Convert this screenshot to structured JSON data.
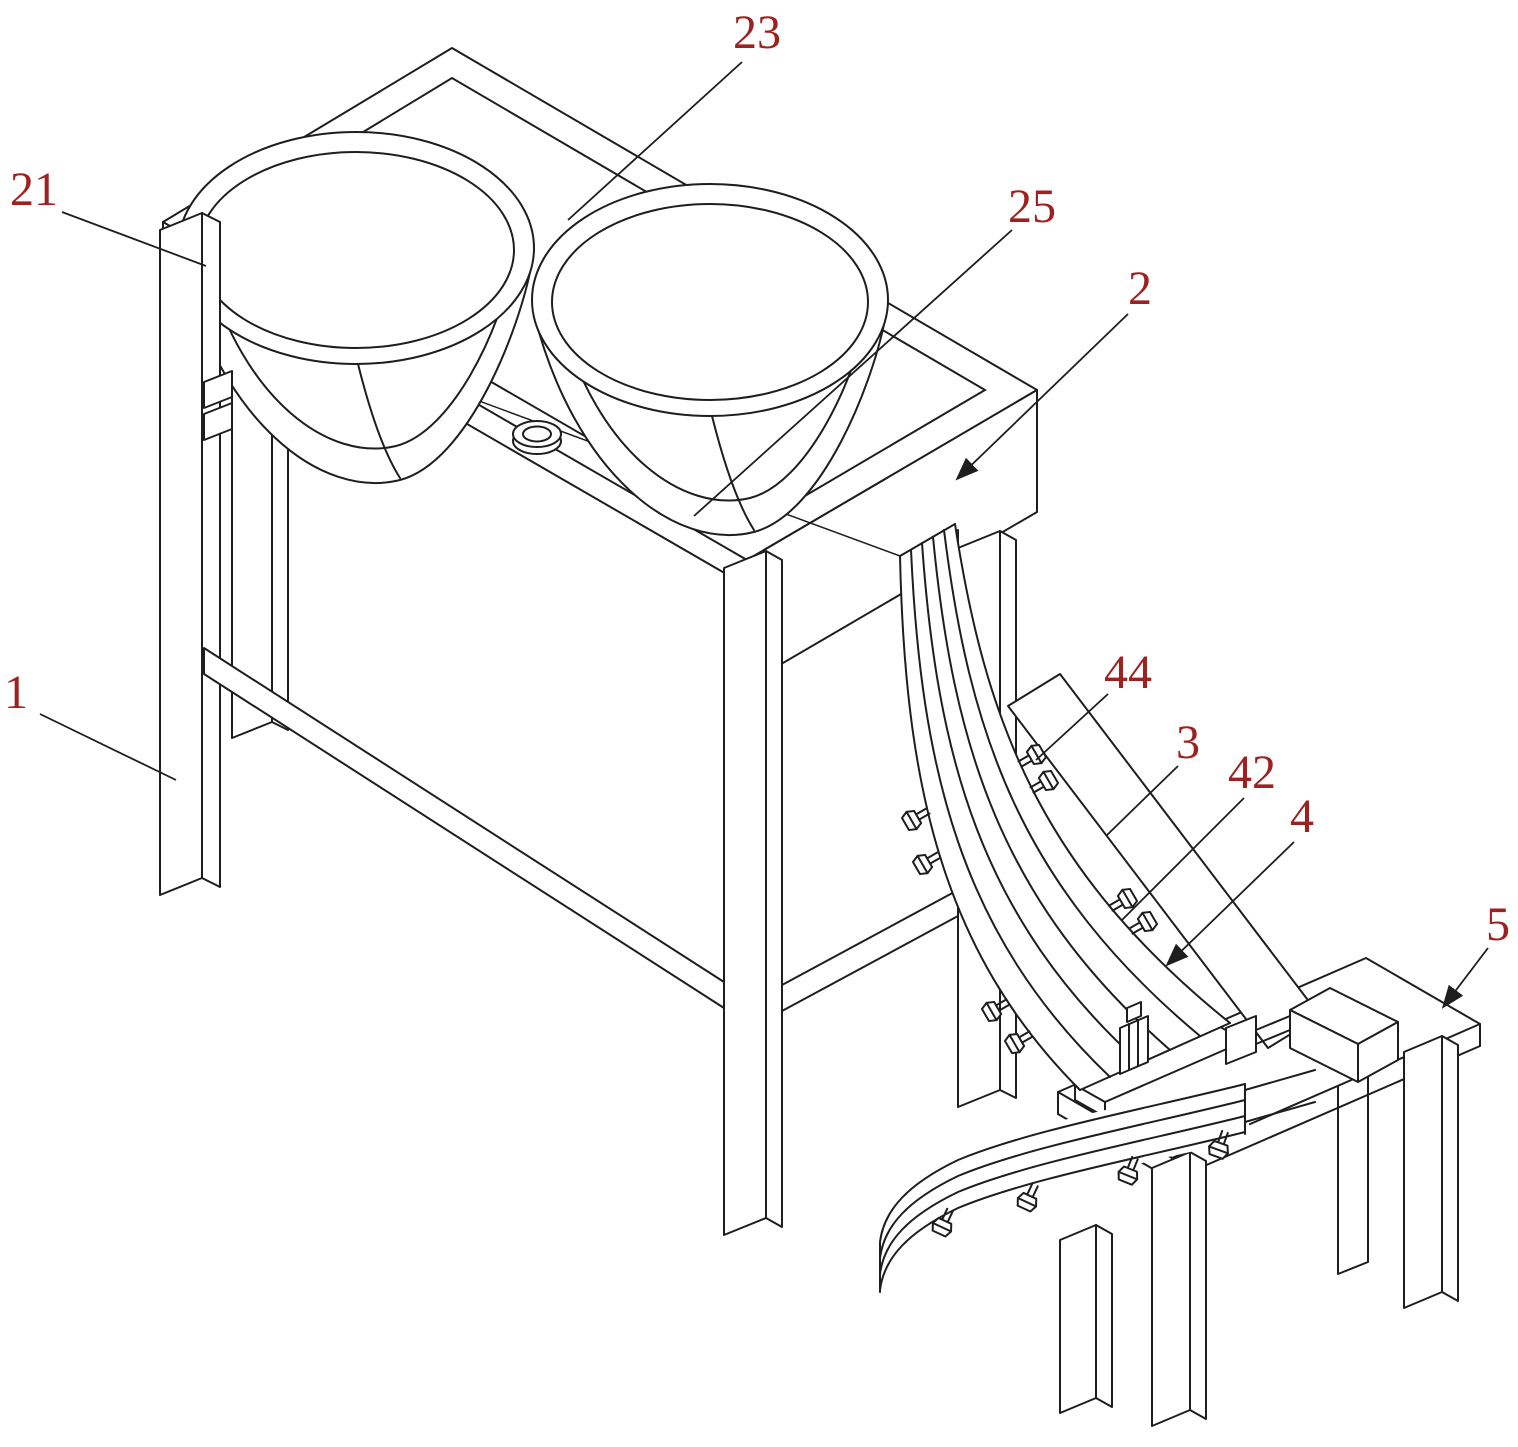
{
  "figure": {
    "background": "#ffffff",
    "line_color": "#1e1e1e",
    "label_color": "#9e2020"
  },
  "labels": {
    "l1": "1",
    "l2": "2",
    "l3": "3",
    "l4": "4",
    "l5": "5",
    "l21": "21",
    "l23": "23",
    "l25": "25",
    "l42": "42",
    "l44": "44"
  }
}
